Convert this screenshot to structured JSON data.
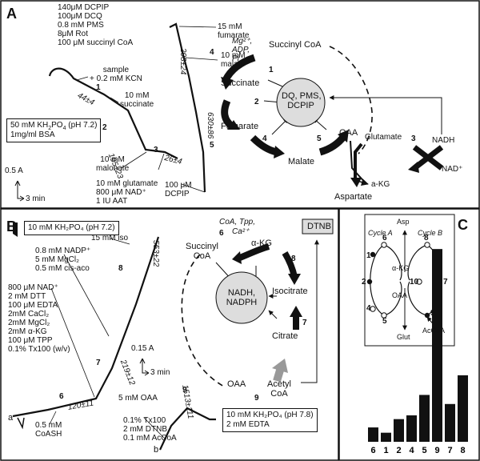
{
  "panelA": {
    "label": "A",
    "reagents": [
      "140μM DCPIP",
      "100μM DCQ",
      "0.8 mM PMS",
      "8μM Rot",
      "100 μM succinyl CoA"
    ],
    "buffer_line1": "50 mM KH",
    "buffer_sub": "2",
    "buffer_po": "PO",
    "buffer_sub2": "4",
    "buffer_ph": " (pH 7.2)",
    "buffer_line2": "1mg/ml BSA",
    "sample_line1": "sample",
    "sample_line2": "+ 0.2 mM KCN",
    "succ_line1": "10 mM",
    "succ_line2": "succinate",
    "malonate_line1": "10 mM",
    "malonate_line2": "malonate",
    "glut_lines": [
      "10 mM glutamate",
      "800 μM NAD⁺",
      "1 IU AAT"
    ],
    "dcpip_line1": "100 μM",
    "dcpip_line2": "DCPIP",
    "fum_line1": "15 mM",
    "fum_line2": "fumarate",
    "mal_line1": "10 mM",
    "mal_line2": "malate",
    "scale_y": "0.5 A",
    "scale_x": "3 min",
    "rates": {
      "r1": "44±4",
      "r2": "195±23",
      "r3": "26±4",
      "r4": "208±24",
      "r5": "630±86"
    },
    "steps": {
      "s1": "1",
      "s2": "2",
      "s3": "3",
      "s4": "4",
      "s5": "5"
    },
    "cycle": {
      "cofactors": [
        "Mg²⁺,",
        "ADP,",
        "Pi"
      ],
      "succinyl_coa": "Succinyl CoA",
      "succinate": "Succinate",
      "fumarate": "Fumarate",
      "malate": "Malate",
      "oaa": "OAA",
      "glutamate": "Glutamate",
      "akg": "a-KG",
      "aspartate": "Aspartate",
      "nadh": "NADH",
      "nad": "NAD⁺",
      "center_line1": "DQ, PMS,",
      "center_line2": "DCPIP",
      "n1": "1",
      "n2": "2",
      "n3": "3",
      "n4": "4",
      "n5": "5"
    }
  },
  "panelB": {
    "label": "B",
    "buffer1": "10 mM KH₂PO₄ (pH 7.2)",
    "iso": "15 mM iso",
    "nadp_lines": [
      "0.8 mM NADP⁺",
      "5 mM MgCl₂",
      "0.5 mM cis-aco"
    ],
    "nad_lines": [
      "800 μM NAD⁺",
      "2 mM DTT",
      "100 μM EDTA",
      "2mM CaCl₂",
      "2mM MgCl₂",
      "2mM α-KG",
      "100 μM TPP",
      "0.1% Tx100 (w/v)"
    ],
    "coash_line1": "0.5 mM",
    "coash_line2": "CoASH",
    "oaa_add": "5 mM OAA",
    "b_lines": [
      "0.1% Tx100",
      "2 mM DTNB",
      "0.1 mM AcCoA"
    ],
    "buffer2_line1": "10 mM KH₂PO₄ (pH 7.8)",
    "buffer2_line2": "2 mM EDTA",
    "trace_a": "a",
    "trace_b": "b",
    "scale_y": "0.15 A",
    "scale_x": "3 min",
    "rates": {
      "r6": "120±11",
      "r7": "219±12",
      "r8": "553±22",
      "r9": "1513±111"
    },
    "steps": {
      "s6": "6",
      "s7": "7",
      "s8": "8",
      "s9": "9"
    },
    "cycle": {
      "cofactors": "CoA, Tpp,",
      "ca": "Ca²⁺",
      "succinyl": "Succinyl",
      "coa": "CoA",
      "akg": "α-KG",
      "isocitrate": "Isocitrate",
      "citrate": "Citrate",
      "oaa": "OAA",
      "acetyl": "Acetyl",
      "acetyl_coa": "CoA",
      "dtnb": "DTNB",
      "center_line1": "NADH,",
      "center_line2": "NADPH",
      "n6": "6",
      "n7": "7",
      "n8": "8",
      "n9": "9"
    }
  },
  "panelC": {
    "label": "C",
    "inset": {
      "asp": "Asp",
      "glut": "Glut",
      "cycle_a": "Cycle A",
      "cycle_b": "Cycle B",
      "akg": "α-KG",
      "oaa": "OAA",
      "accoa": "AcCoA",
      "nums": [
        "1",
        "2",
        "4",
        "5",
        "6",
        "7",
        "8",
        "9",
        "10"
      ]
    },
    "chart_data": {
      "type": "bar",
      "categories": [
        "6",
        "1",
        "2",
        "4",
        "5",
        "9",
        "7",
        "8"
      ],
      "values": [
        19,
        12,
        30,
        35,
        62,
        255,
        50,
        88
      ],
      "ylim": [
        0,
        270
      ],
      "title": "",
      "xlabel": "",
      "ylabel": ""
    }
  }
}
